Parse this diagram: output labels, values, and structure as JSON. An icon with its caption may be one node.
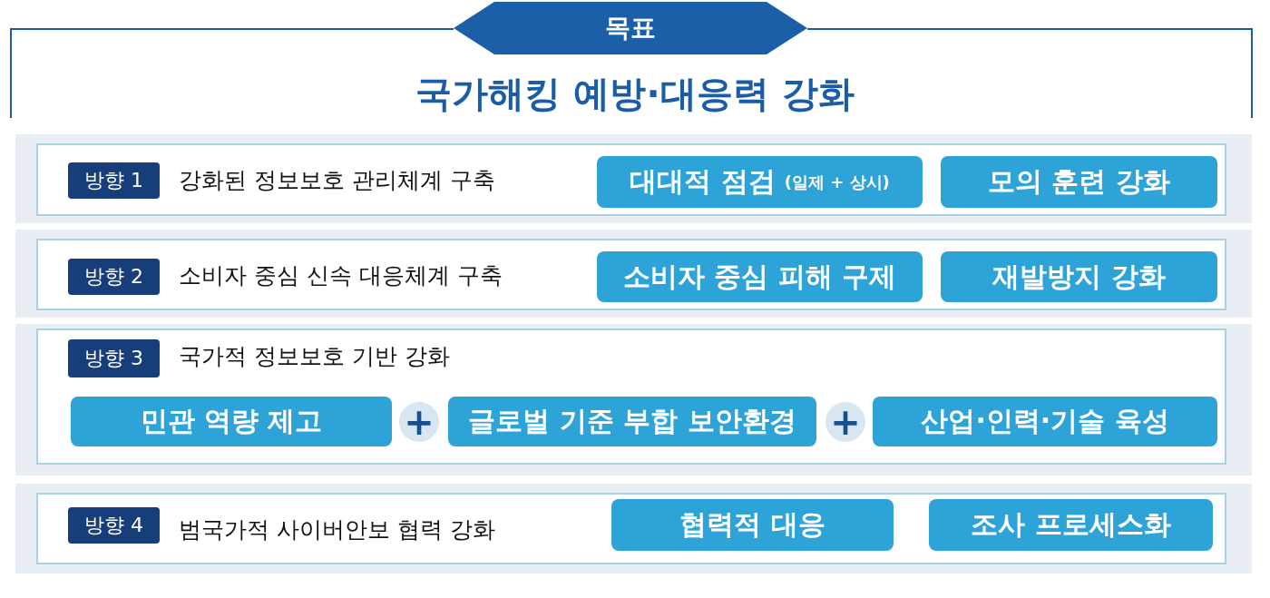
{
  "diagram": {
    "title": "국가해킹 예방·대응력 강화",
    "nodes": [
      {
        "text": [
          "목표"
        ]
      },
      {
        "text": [
          "강화된 정보보호 관리체계 구축"
        ]
      },
      {
        "text": [
          "방향 1"
        ],
        "in": 1
      },
      {
        "text": [
          "대대적 점검",
          "(일제 + 상시)"
        ],
        "in": 1
      },
      {
        "text": [
          "모의 훈련 강화"
        ],
        "in": 1
      },
      {
        "text": [
          "소비자 중심 신속 대응체계 구축"
        ]
      },
      {
        "text": [
          "방향 2"
        ],
        "in": 5
      },
      {
        "text": [
          "소비자 중심 피해 구제"
        ],
        "in": 5
      },
      {
        "text": [
          "재발방지 강화"
        ],
        "in": 5
      },
      {
        "text": [
          "국가적 정보보호 기반 강화"
        ]
      },
      {
        "text": [
          "방향 3"
        ],
        "in": 9
      },
      {
        "text": [
          "민관 역량 제고"
        ],
        "in": 9
      },
      {
        "text": [
          "글로벌 기준 부합 보안환경"
        ],
        "in": 9
      },
      {
        "text": [
          "산업·인력·기술 육성"
        ],
        "in": 9
      },
      {
        "text": [
          "범국가적 사이버안보 협력 강화"
        ]
      },
      {
        "text": [
          "방향 4"
        ],
        "in": 14
      },
      {
        "text": [
          "협력적 대응"
        ],
        "in": 14
      },
      {
        "text": [
          "조사 프로세스화"
        ],
        "in": 14
      }
    ],
    "edges": [],
    "labels": [
      "+",
      "+"
    ]
  }
}
